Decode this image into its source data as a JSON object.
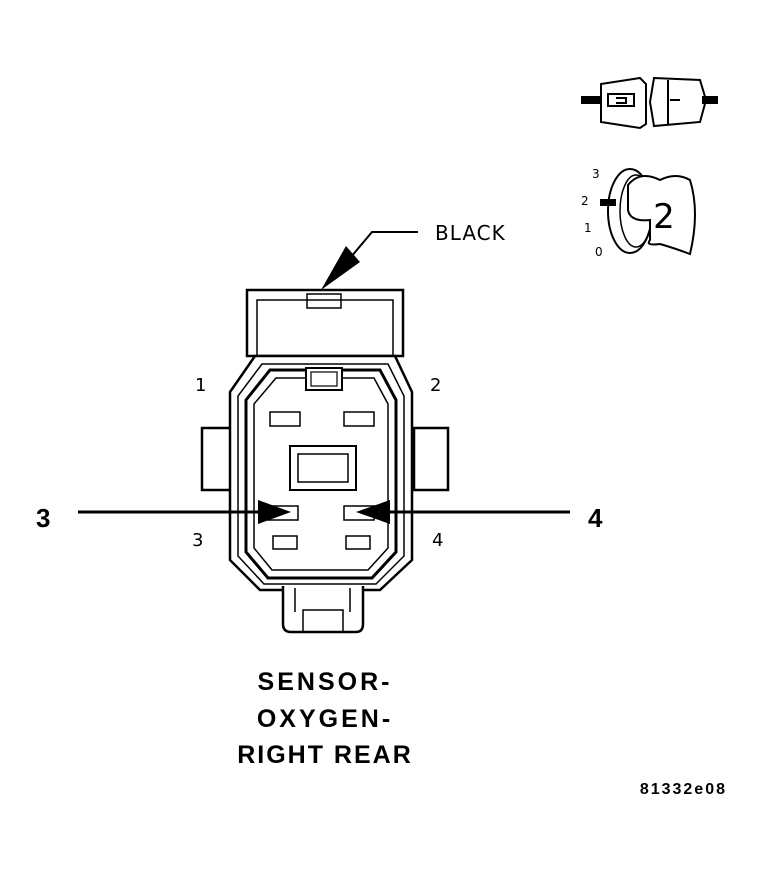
{
  "wire_color_label": "BLACK",
  "pin_labels": {
    "p1": "1",
    "p2": "2",
    "p3": "3",
    "p4": "4"
  },
  "callouts": {
    "left": "3",
    "right": "4"
  },
  "view_indicator": {
    "scale_labels": [
      "3",
      "2",
      "1",
      "0"
    ],
    "value": "2"
  },
  "title_lines": [
    "SENSOR-",
    "OXYGEN-",
    "RIGHT REAR"
  ],
  "figure_id": "81332e08"
}
